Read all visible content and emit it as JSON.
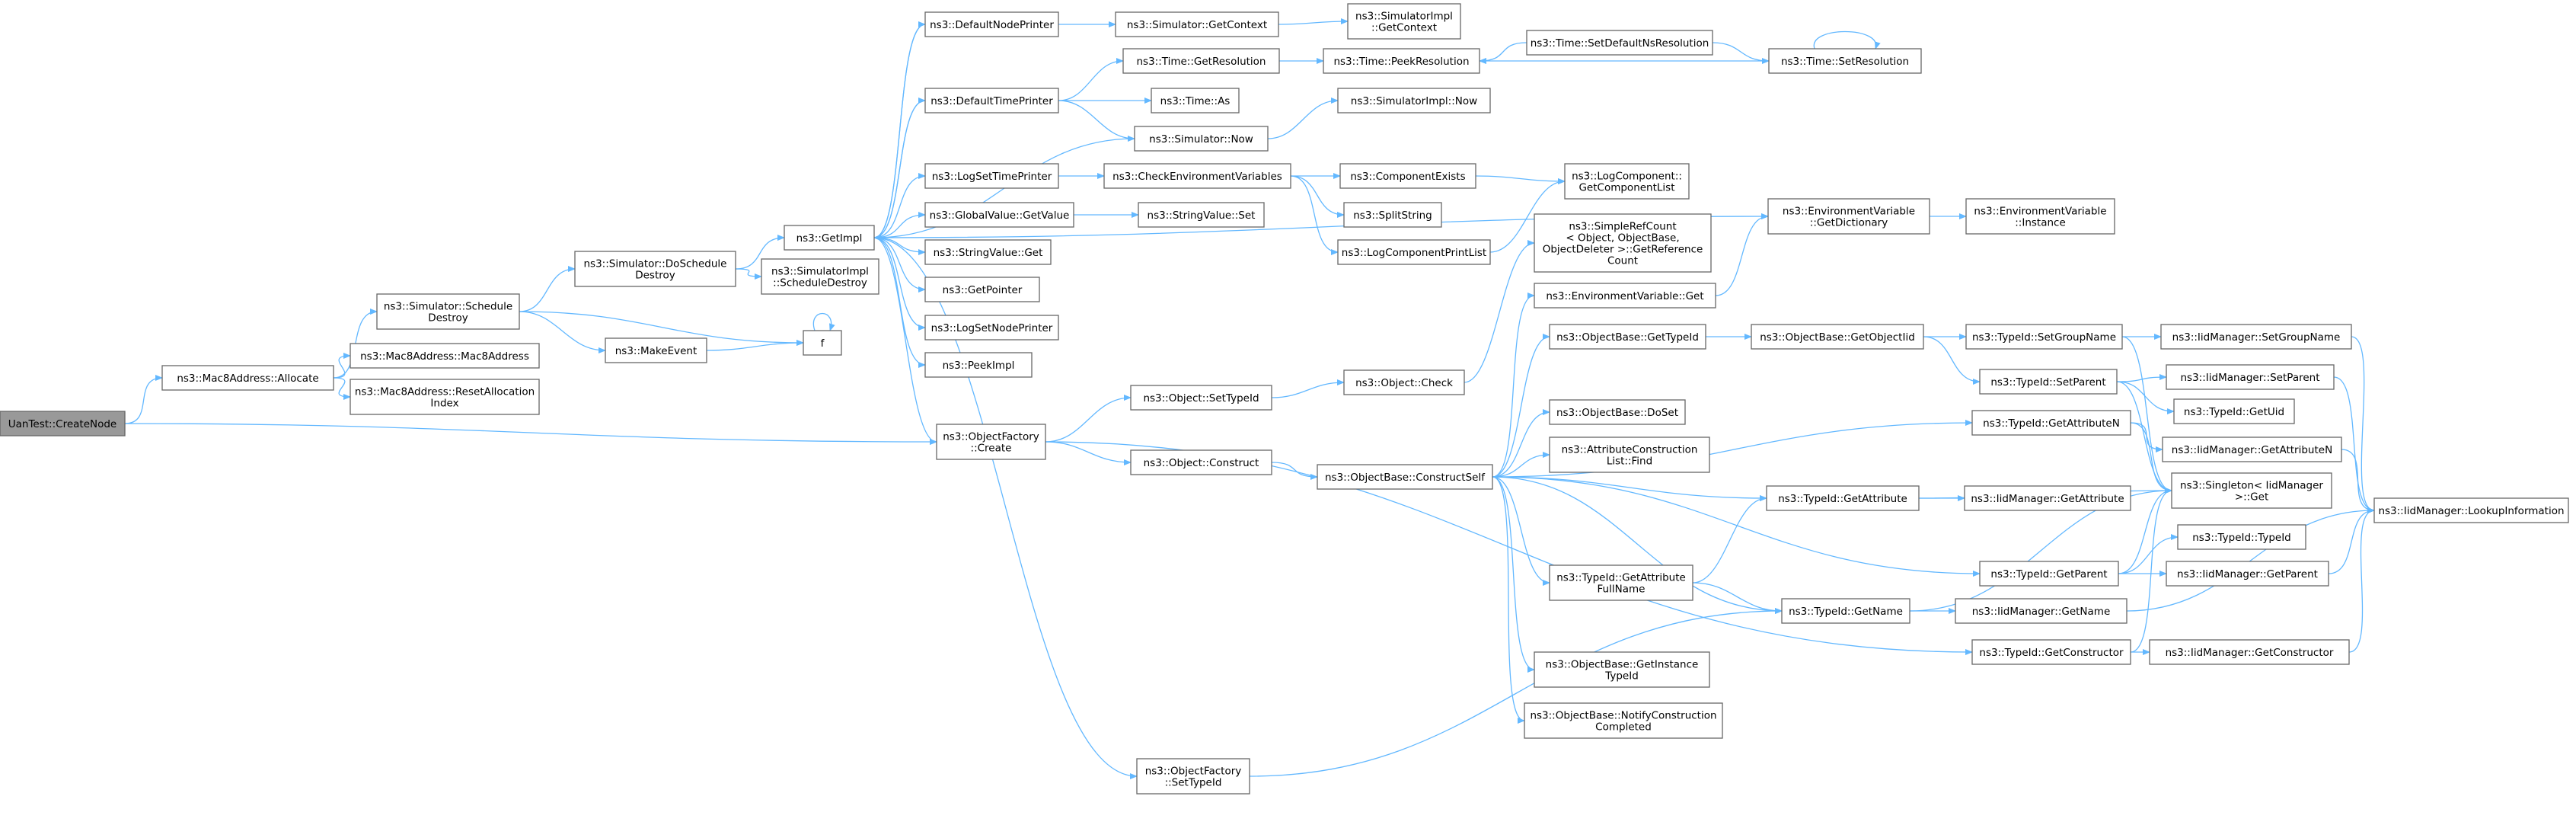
{
  "diagram": {
    "root": "uan_create",
    "nodes": [
      {
        "id": "uan_create",
        "lines": [
          "UanTest::CreateNode"
        ]
      },
      {
        "id": "mac8_alloc",
        "lines": [
          "ns3::Mac8Address::Allocate"
        ]
      },
      {
        "id": "sched_destroy",
        "lines": [
          "ns3::Simulator::Schedule",
          "Destroy"
        ]
      },
      {
        "id": "mac8_ctor",
        "lines": [
          "ns3::Mac8Address::Mac8Address"
        ]
      },
      {
        "id": "mac8_reset",
        "lines": [
          "ns3::Mac8Address::ResetAllocation",
          "Index"
        ]
      },
      {
        "id": "do_sched_destroy",
        "lines": [
          "ns3::Simulator::DoSchedule",
          "Destroy"
        ]
      },
      {
        "id": "make_event",
        "lines": [
          "ns3::MakeEvent"
        ]
      },
      {
        "id": "f",
        "lines": [
          "f"
        ]
      },
      {
        "id": "getimpl",
        "lines": [
          "ns3::GetImpl"
        ]
      },
      {
        "id": "simimpl_sched_destroy",
        "lines": [
          "ns3::SimulatorImpl",
          "::ScheduleDestroy"
        ]
      },
      {
        "id": "default_node_printer",
        "lines": [
          "ns3::DefaultNodePrinter"
        ]
      },
      {
        "id": "default_time_printer",
        "lines": [
          "ns3::DefaultTimePrinter"
        ]
      },
      {
        "id": "log_set_time_printer",
        "lines": [
          "ns3::LogSetTimePrinter"
        ]
      },
      {
        "id": "globalvalue_getvalue",
        "lines": [
          "ns3::GlobalValue::GetValue"
        ]
      },
      {
        "id": "stringvalue_get",
        "lines": [
          "ns3::StringValue::Get"
        ]
      },
      {
        "id": "get_pointer",
        "lines": [
          "ns3::GetPointer"
        ]
      },
      {
        "id": "log_set_node_printer",
        "lines": [
          "ns3::LogSetNodePrinter"
        ]
      },
      {
        "id": "peek_impl",
        "lines": [
          "ns3::PeekImpl"
        ]
      },
      {
        "id": "objfactory_create",
        "lines": [
          "ns3::ObjectFactory",
          "::Create"
        ]
      },
      {
        "id": "objfactory_settypeid",
        "lines": [
          "ns3::ObjectFactory",
          "::SetTypeId"
        ]
      },
      {
        "id": "sim_getcontext",
        "lines": [
          "ns3::Simulator::GetContext"
        ]
      },
      {
        "id": "time_getresolution",
        "lines": [
          "ns3::Time::GetResolution"
        ]
      },
      {
        "id": "time_as",
        "lines": [
          "ns3::Time::As"
        ]
      },
      {
        "id": "sim_now",
        "lines": [
          "ns3::Simulator::Now"
        ]
      },
      {
        "id": "check_env_vars",
        "lines": [
          "ns3::CheckEnvironmentVariables"
        ]
      },
      {
        "id": "stringvalue_set",
        "lines": [
          "ns3::StringValue::Set"
        ]
      },
      {
        "id": "object_settypeid",
        "lines": [
          "ns3::Object::SetTypeId"
        ]
      },
      {
        "id": "object_construct",
        "lines": [
          "ns3::Object::Construct"
        ]
      },
      {
        "id": "simimpl_getcontext",
        "lines": [
          "ns3::SimulatorImpl",
          "::GetContext"
        ]
      },
      {
        "id": "time_peekresolution",
        "lines": [
          "ns3::Time::PeekResolution"
        ]
      },
      {
        "id": "simimpl_now",
        "lines": [
          "ns3::SimulatorImpl::Now"
        ]
      },
      {
        "id": "component_exists",
        "lines": [
          "ns3::ComponentExists"
        ]
      },
      {
        "id": "split_string",
        "lines": [
          "ns3::SplitString"
        ]
      },
      {
        "id": "log_component_print_list",
        "lines": [
          "ns3::LogComponentPrintList"
        ]
      },
      {
        "id": "object_check",
        "lines": [
          "ns3::Object::Check"
        ]
      },
      {
        "id": "objectbase_constructself",
        "lines": [
          "ns3::ObjectBase::ConstructSelf"
        ]
      },
      {
        "id": "time_setdefaultnsres",
        "lines": [
          "ns3::Time::SetDefaultNsResolution"
        ]
      },
      {
        "id": "time_setresolution",
        "lines": [
          "ns3::Time::SetResolution"
        ]
      },
      {
        "id": "logcomponent_getlist",
        "lines": [
          "ns3::LogComponent::",
          "GetComponentList"
        ]
      },
      {
        "id": "simplerefcount",
        "lines": [
          "ns3::SimpleRefCount",
          "< Object, ObjectBase,",
          "ObjectDeleter >::GetReference",
          "Count"
        ]
      },
      {
        "id": "envvar_get",
        "lines": [
          "ns3::EnvironmentVariable::Get"
        ]
      },
      {
        "id": "objectbase_gettypeid",
        "lines": [
          "ns3::ObjectBase::GetTypeId"
        ]
      },
      {
        "id": "objectbase_doset",
        "lines": [
          "ns3::ObjectBase::DoSet"
        ]
      },
      {
        "id": "attr_construction_find",
        "lines": [
          "ns3::AttributeConstruction",
          "List::Find"
        ]
      },
      {
        "id": "typeid_getattr_fullname",
        "lines": [
          "ns3::TypeId::GetAttribute",
          "FullName"
        ]
      },
      {
        "id": "objectbase_getinstance_typeid",
        "lines": [
          "ns3::ObjectBase::GetInstance",
          "TypeId"
        ]
      },
      {
        "id": "objectbase_notify_construction",
        "lines": [
          "ns3::ObjectBase::NotifyConstruction",
          "Completed"
        ]
      },
      {
        "id": "envvar_getdictionary",
        "lines": [
          "ns3::EnvironmentVariable",
          "::GetDictionary"
        ]
      },
      {
        "id": "envvar_instance",
        "lines": [
          "ns3::EnvironmentVariable",
          "::Instance"
        ]
      },
      {
        "id": "objectbase_getobjectiid",
        "lines": [
          "ns3::ObjectBase::GetObjectIid"
        ]
      },
      {
        "id": "typeid_getattribute",
        "lines": [
          "ns3::TypeId::GetAttribute"
        ]
      },
      {
        "id": "typeid_getname",
        "lines": [
          "ns3::TypeId::GetName"
        ]
      },
      {
        "id": "typeid_setgroupname",
        "lines": [
          "ns3::TypeId::SetGroupName"
        ]
      },
      {
        "id": "typeid_setparent",
        "lines": [
          "ns3::TypeId::SetParent"
        ]
      },
      {
        "id": "typeid_getattributen",
        "lines": [
          "ns3::TypeId::GetAttributeN"
        ]
      },
      {
        "id": "iidmgr_getattribute",
        "lines": [
          "ns3::IidManager::GetAttribute"
        ]
      },
      {
        "id": "typeid_getparent",
        "lines": [
          "ns3::TypeId::GetParent"
        ]
      },
      {
        "id": "iidmgr_getname",
        "lines": [
          "ns3::IidManager::GetName"
        ]
      },
      {
        "id": "typeid_getconstructor",
        "lines": [
          "ns3::TypeId::GetConstructor"
        ]
      },
      {
        "id": "iidmgr_setgroupname",
        "lines": [
          "ns3::IidManager::SetGroupName"
        ]
      },
      {
        "id": "iidmgr_setparent",
        "lines": [
          "ns3::IidManager::SetParent"
        ]
      },
      {
        "id": "typeid_getuid",
        "lines": [
          "ns3::TypeId::GetUid"
        ]
      },
      {
        "id": "iidmgr_getattributen",
        "lines": [
          "ns3::IidManager::GetAttributeN"
        ]
      },
      {
        "id": "singleton_get",
        "lines": [
          "ns3::Singleton< IidManager",
          ">::Get"
        ]
      },
      {
        "id": "typeid_typeid",
        "lines": [
          "ns3::TypeId::TypeId"
        ]
      },
      {
        "id": "iidmgr_getparent",
        "lines": [
          "ns3::IidManager::GetParent"
        ]
      },
      {
        "id": "iidmgr_getconstructor",
        "lines": [
          "ns3::IidManager::GetConstructor"
        ]
      },
      {
        "id": "iidmgr_lookupinfo",
        "lines": [
          "ns3::IidManager::LookupInformation"
        ]
      }
    ],
    "edges": [
      [
        "uan_create",
        "mac8_alloc"
      ],
      [
        "uan_create",
        "objfactory_create"
      ],
      [
        "mac8_alloc",
        "sched_destroy"
      ],
      [
        "mac8_alloc",
        "mac8_ctor"
      ],
      [
        "mac8_alloc",
        "mac8_reset"
      ],
      [
        "sched_destroy",
        "do_sched_destroy"
      ],
      [
        "sched_destroy",
        "f"
      ],
      [
        "sched_destroy",
        "make_event"
      ],
      [
        "make_event",
        "f"
      ],
      [
        "f",
        "f"
      ],
      [
        "do_sched_destroy",
        "getimpl"
      ],
      [
        "do_sched_destroy",
        "simimpl_sched_destroy"
      ],
      [
        "getimpl",
        "default_node_printer"
      ],
      [
        "getimpl",
        "default_time_printer"
      ],
      [
        "getimpl",
        "log_set_time_printer"
      ],
      [
        "getimpl",
        "globalvalue_getvalue"
      ],
      [
        "getimpl",
        "stringvalue_get"
      ],
      [
        "getimpl",
        "get_pointer"
      ],
      [
        "getimpl",
        "log_set_node_printer"
      ],
      [
        "getimpl",
        "peek_impl"
      ],
      [
        "getimpl",
        "objfactory_create"
      ],
      [
        "getimpl",
        "objfactory_settypeid"
      ],
      [
        "getimpl",
        "envvar_getdictionary"
      ],
      [
        "default_node_printer",
        "getimpl"
      ],
      [
        "default_node_printer",
        "sim_getcontext"
      ],
      [
        "default_time_printer",
        "getimpl"
      ],
      [
        "default_time_printer",
        "time_getresolution"
      ],
      [
        "default_time_printer",
        "time_as"
      ],
      [
        "default_time_printer",
        "sim_now"
      ],
      [
        "sim_now",
        "getimpl"
      ],
      [
        "sim_now",
        "simimpl_now"
      ],
      [
        "sim_getcontext",
        "simimpl_getcontext"
      ],
      [
        "time_getresolution",
        "time_peekresolution"
      ],
      [
        "time_setdefaultnsres",
        "time_peekresolution"
      ],
      [
        "time_setdefaultnsres",
        "time_setresolution"
      ],
      [
        "time_setresolution",
        "time_peekresolution"
      ],
      [
        "time_setresolution",
        "time_setresolution"
      ],
      [
        "log_set_time_printer",
        "check_env_vars"
      ],
      [
        "globalvalue_getvalue",
        "stringvalue_set"
      ],
      [
        "check_env_vars",
        "component_exists"
      ],
      [
        "check_env_vars",
        "split_string"
      ],
      [
        "check_env_vars",
        "log_component_print_list"
      ],
      [
        "component_exists",
        "logcomponent_getlist"
      ],
      [
        "log_component_print_list",
        "logcomponent_getlist"
      ],
      [
        "envvar_getdictionary",
        "envvar_instance"
      ],
      [
        "envvar_get",
        "envvar_getdictionary"
      ],
      [
        "objfactory_create",
        "object_settypeid"
      ],
      [
        "objfactory_create",
        "object_construct"
      ],
      [
        "objfactory_create",
        "typeid_getconstructor"
      ],
      [
        "object_settypeid",
        "object_check"
      ],
      [
        "object_check",
        "simplerefcount"
      ],
      [
        "object_construct",
        "objectbase_constructself"
      ],
      [
        "objfactory_settypeid",
        "typeid_getname"
      ],
      [
        "objectbase_constructself",
        "envvar_get"
      ],
      [
        "objectbase_constructself",
        "objectbase_gettypeid"
      ],
      [
        "objectbase_constructself",
        "objectbase_doset"
      ],
      [
        "objectbase_constructself",
        "attr_construction_find"
      ],
      [
        "objectbase_constructself",
        "typeid_getattr_fullname"
      ],
      [
        "objectbase_constructself",
        "objectbase_getinstance_typeid"
      ],
      [
        "objectbase_constructself",
        "objectbase_notify_construction"
      ],
      [
        "objectbase_constructself",
        "typeid_getattributen"
      ],
      [
        "objectbase_constructself",
        "typeid_getattribute"
      ],
      [
        "objectbase_constructself",
        "typeid_getparent"
      ],
      [
        "objectbase_constructself",
        "typeid_getname"
      ],
      [
        "objectbase_gettypeid",
        "objectbase_getobjectiid"
      ],
      [
        "objectbase_getobjectiid",
        "typeid_setgroupname"
      ],
      [
        "objectbase_getobjectiid",
        "typeid_setparent"
      ],
      [
        "typeid_getattr_fullname",
        "typeid_getattribute"
      ],
      [
        "typeid_getattr_fullname",
        "typeid_getname"
      ],
      [
        "typeid_getattribute",
        "iidmgr_getattribute"
      ],
      [
        "typeid_getattribute",
        "singleton_get"
      ],
      [
        "typeid_getname",
        "iidmgr_getname"
      ],
      [
        "typeid_getname",
        "singleton_get"
      ],
      [
        "typeid_setgroupname",
        "iidmgr_setgroupname"
      ],
      [
        "typeid_setgroupname",
        "singleton_get"
      ],
      [
        "typeid_setparent",
        "iidmgr_setparent"
      ],
      [
        "typeid_setparent",
        "typeid_getuid"
      ],
      [
        "typeid_setparent",
        "singleton_get"
      ],
      [
        "typeid_getattributen",
        "iidmgr_getattributen"
      ],
      [
        "typeid_getattributen",
        "singleton_get"
      ],
      [
        "typeid_getparent",
        "typeid_typeid"
      ],
      [
        "typeid_getparent",
        "iidmgr_getparent"
      ],
      [
        "typeid_getparent",
        "singleton_get"
      ],
      [
        "typeid_getconstructor",
        "iidmgr_getconstructor"
      ],
      [
        "typeid_getconstructor",
        "singleton_get"
      ],
      [
        "iidmgr_setgroupname",
        "iidmgr_lookupinfo"
      ],
      [
        "iidmgr_setparent",
        "iidmgr_lookupinfo"
      ],
      [
        "iidmgr_getattributen",
        "iidmgr_lookupinfo"
      ],
      [
        "iidmgr_getparent",
        "iidmgr_lookupinfo"
      ],
      [
        "iidmgr_getname",
        "iidmgr_lookupinfo"
      ],
      [
        "iidmgr_getconstructor",
        "iidmgr_lookupinfo"
      ]
    ]
  }
}
